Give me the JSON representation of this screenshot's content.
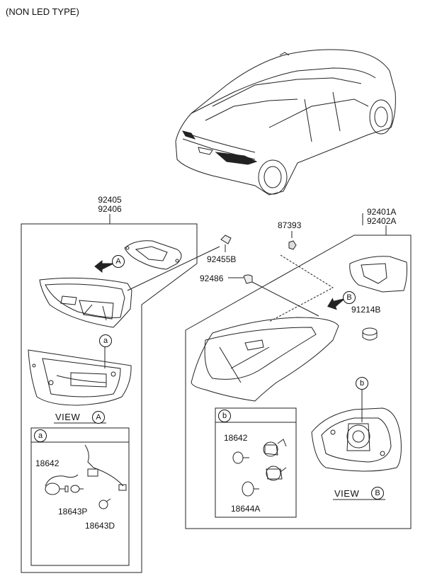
{
  "header": {
    "type_note": "(NON LED TYPE)"
  },
  "left_group": {
    "part_line1": "92405",
    "part_line2": "92406"
  },
  "right_group": {
    "part_line1": "92401A",
    "part_line2": "92402A"
  },
  "parts": {
    "p92455B": "92455B",
    "p87393": "87393",
    "p92486": "92486",
    "p91214B": "91214B"
  },
  "callouts": {
    "A": "A",
    "B": "B",
    "a": "a",
    "b": "b"
  },
  "views": {
    "view_a_text": "VIEW",
    "view_b_text": "VIEW"
  },
  "detail_a": {
    "label": "a",
    "bulb1": "18642",
    "bulb2": "18643P",
    "bulb3": "18643D"
  },
  "detail_b": {
    "label": "b",
    "bulb1": "18642",
    "bulb2": "18644A"
  }
}
